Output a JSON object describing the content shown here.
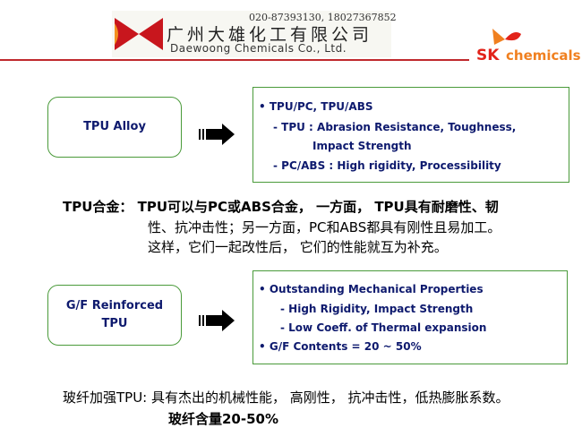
{
  "header": {
    "phone": "020-87393130, 18027367852",
    "company_cn": "广州大雄化工有限公司",
    "company_en": "Daewoong Chemicals Co., Ltd.",
    "partner_sk": "SK",
    "partner_chem": "chemicals"
  },
  "section1": {
    "label": "TPU Alloy",
    "points": [
      "• TPU/PC,   TPU/ABS",
      "- TPU : Abrasion Resistance, Toughness,",
      "Impact Strength",
      "- PC/ABS : High rigidity, Processibility"
    ],
    "desc": [
      "TPU合金：  TPU可以与PC或ABS合金，  一方面，  TPU具有耐磨性、韧",
      "性、抗冲击性；另一方面，PC和ABS都具有刚性且易加工。",
      "这样，它们一起改性后，  它们的性能就互为补充。"
    ]
  },
  "section2": {
    "label_line1": "G/F Reinforced",
    "label_line2": "TPU",
    "points": [
      "• Outstanding Mechanical Properties",
      "- High Rigidity, Impact Strength",
      "- Low Coeff. of Thermal expansion",
      "• G/F Contents = 20 ~ 50%"
    ],
    "desc": [
      "玻纤加强TPU: 具有杰出的机械性能，  高刚性，  抗冲击性，低热膨胀系数。",
      "玻纤含量20-50%"
    ]
  }
}
